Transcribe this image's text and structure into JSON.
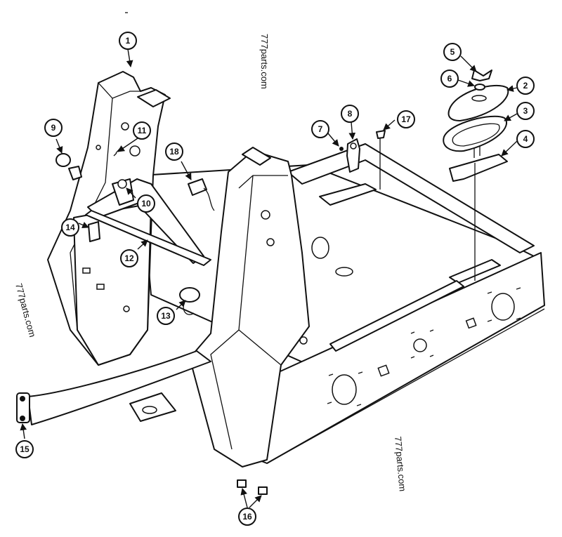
{
  "watermarks": [
    "777parts.com",
    "777parts.com",
    "777parts.com"
  ],
  "callouts": [
    {
      "label": "1"
    },
    {
      "label": "2"
    },
    {
      "label": "3"
    },
    {
      "label": "4"
    },
    {
      "label": "5"
    },
    {
      "label": "6"
    },
    {
      "label": "7"
    },
    {
      "label": "8"
    },
    {
      "label": "9"
    },
    {
      "label": "10"
    },
    {
      "label": "11"
    },
    {
      "label": "12"
    },
    {
      "label": "13"
    },
    {
      "label": "14"
    },
    {
      "label": "15"
    },
    {
      "label": "16"
    },
    {
      "label": "17"
    },
    {
      "label": "18"
    }
  ]
}
